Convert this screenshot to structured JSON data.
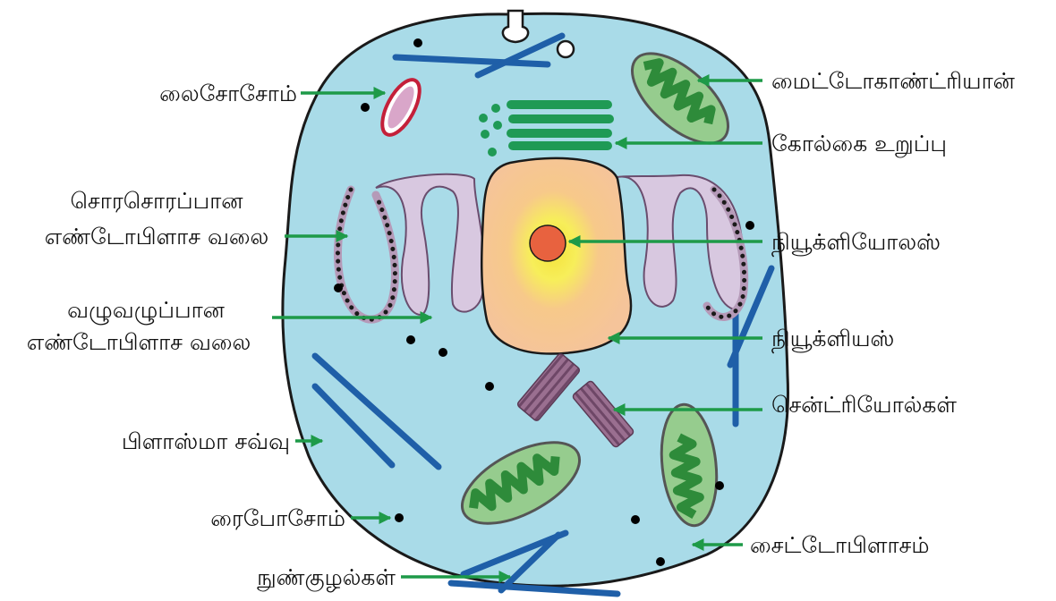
{
  "labels": {
    "lysosome": "லைசோசோம்",
    "mitochondrion": "மைட்டோகாண்ட்ரியான்",
    "golgi": "கோல்கை உறுப்பு",
    "rough_er_line1": "சொரசொரப்பான",
    "rough_er_line2": "எண்டோபிளாச வலை",
    "nucleolus": "நியூக்ளியோலஸ்",
    "smooth_er_line1": "வழுவழுப்பான",
    "smooth_er_line2": "எண்டோபிளாச வலை",
    "nucleus": "நியூக்ளியஸ்",
    "centrioles": "சென்ட்ரியோல்கள்",
    "plasma_membrane": "பிளாஸ்மா சவ்வு",
    "ribosome": "ரைபோசோம்",
    "cytoplasm": "சைட்டோபிளாசம்",
    "microtubules": "நுண்குழல்கள்"
  },
  "colors": {
    "cytoplasm": "#a9dbe8",
    "membrane": "#1a1a1a",
    "nucleus": "#f6c79a",
    "nucleolus": "#e8623f",
    "mitochondrion": "#7fbf7f",
    "golgi": "#1f9a55",
    "arrow": "#1e9a48",
    "microtubule": "#1f5fa8",
    "lysosome": "#c4203a"
  }
}
